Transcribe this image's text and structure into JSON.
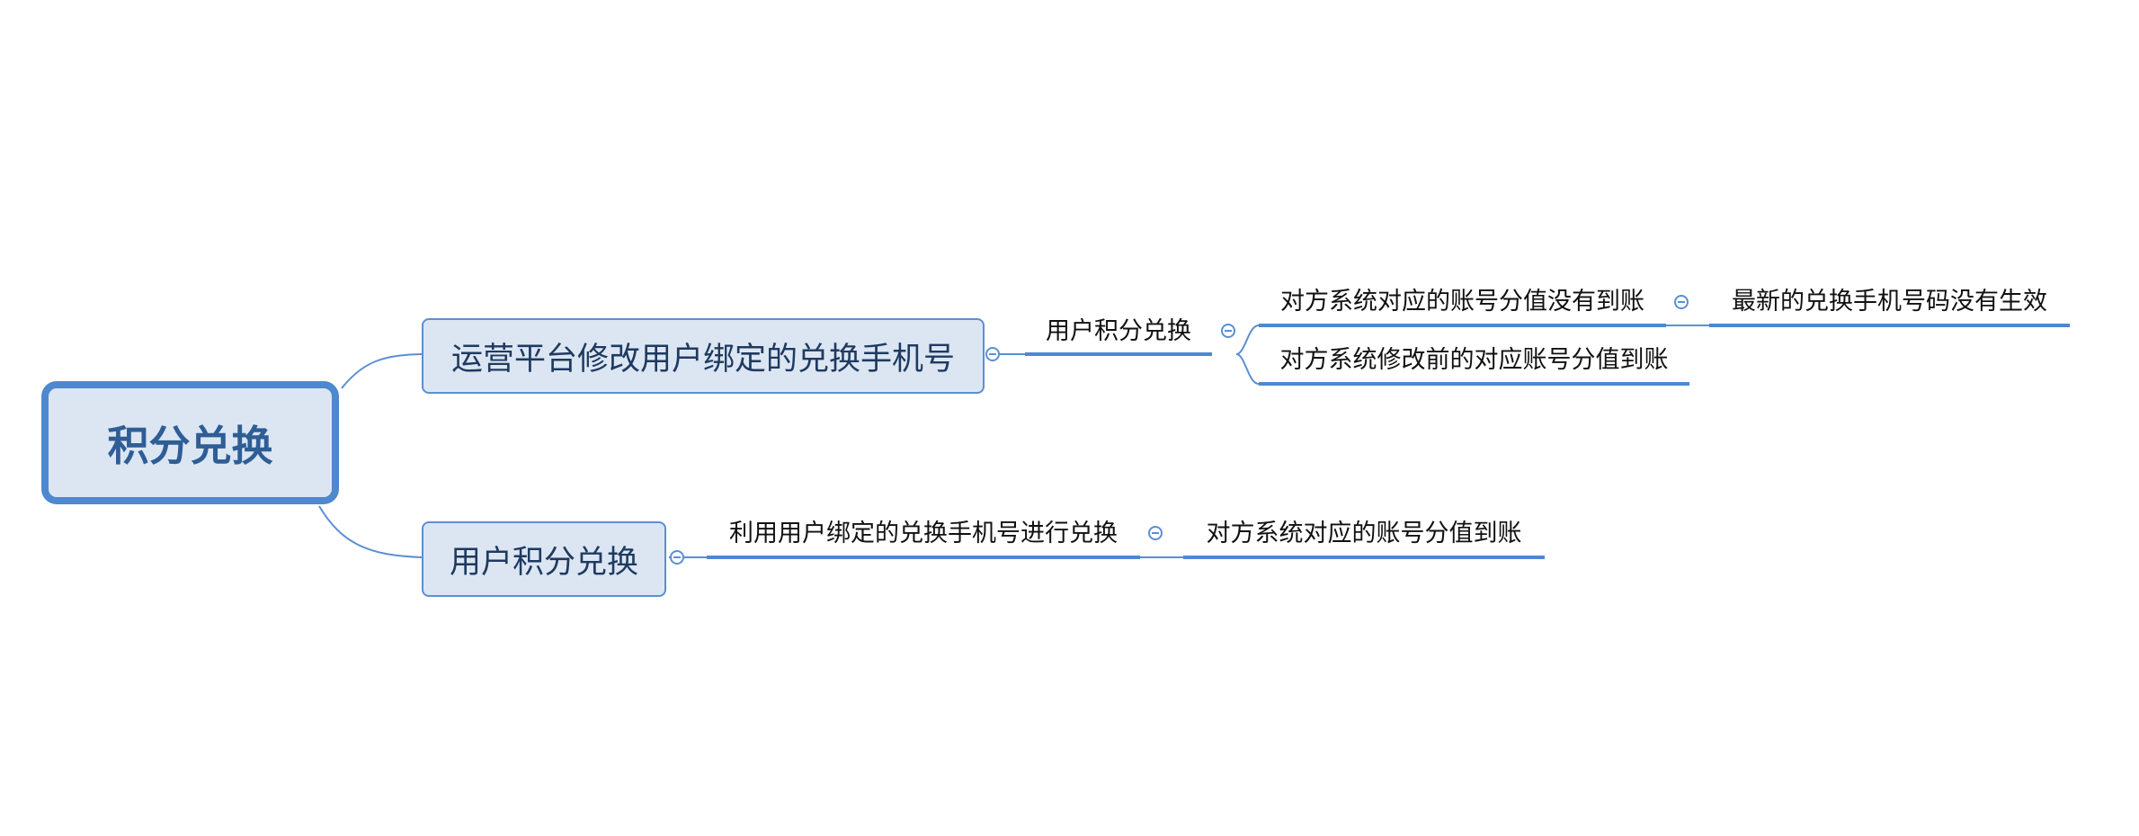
{
  "root": {
    "label": "积分兑换"
  },
  "branches": [
    {
      "label": "运营平台修改用户绑定的兑换手机号",
      "children": [
        {
          "label": "用户积分兑换",
          "children": [
            {
              "label": "对方系统对应的账号分值没有到账",
              "children": [
                {
                  "label": "最新的兑换手机号码没有生效"
                }
              ]
            },
            {
              "label": "对方系统修改前的对应账号分值到账"
            }
          ]
        }
      ]
    },
    {
      "label": "用户积分兑换",
      "children": [
        {
          "label": "利用用户绑定的兑换手机号进行兑换",
          "children": [
            {
              "label": "对方系统对应的账号分值到账"
            }
          ]
        }
      ]
    }
  ],
  "colors": {
    "line": "#5b8fd3",
    "underline": "#4e88cf",
    "node_fill": "#dce6f3"
  }
}
